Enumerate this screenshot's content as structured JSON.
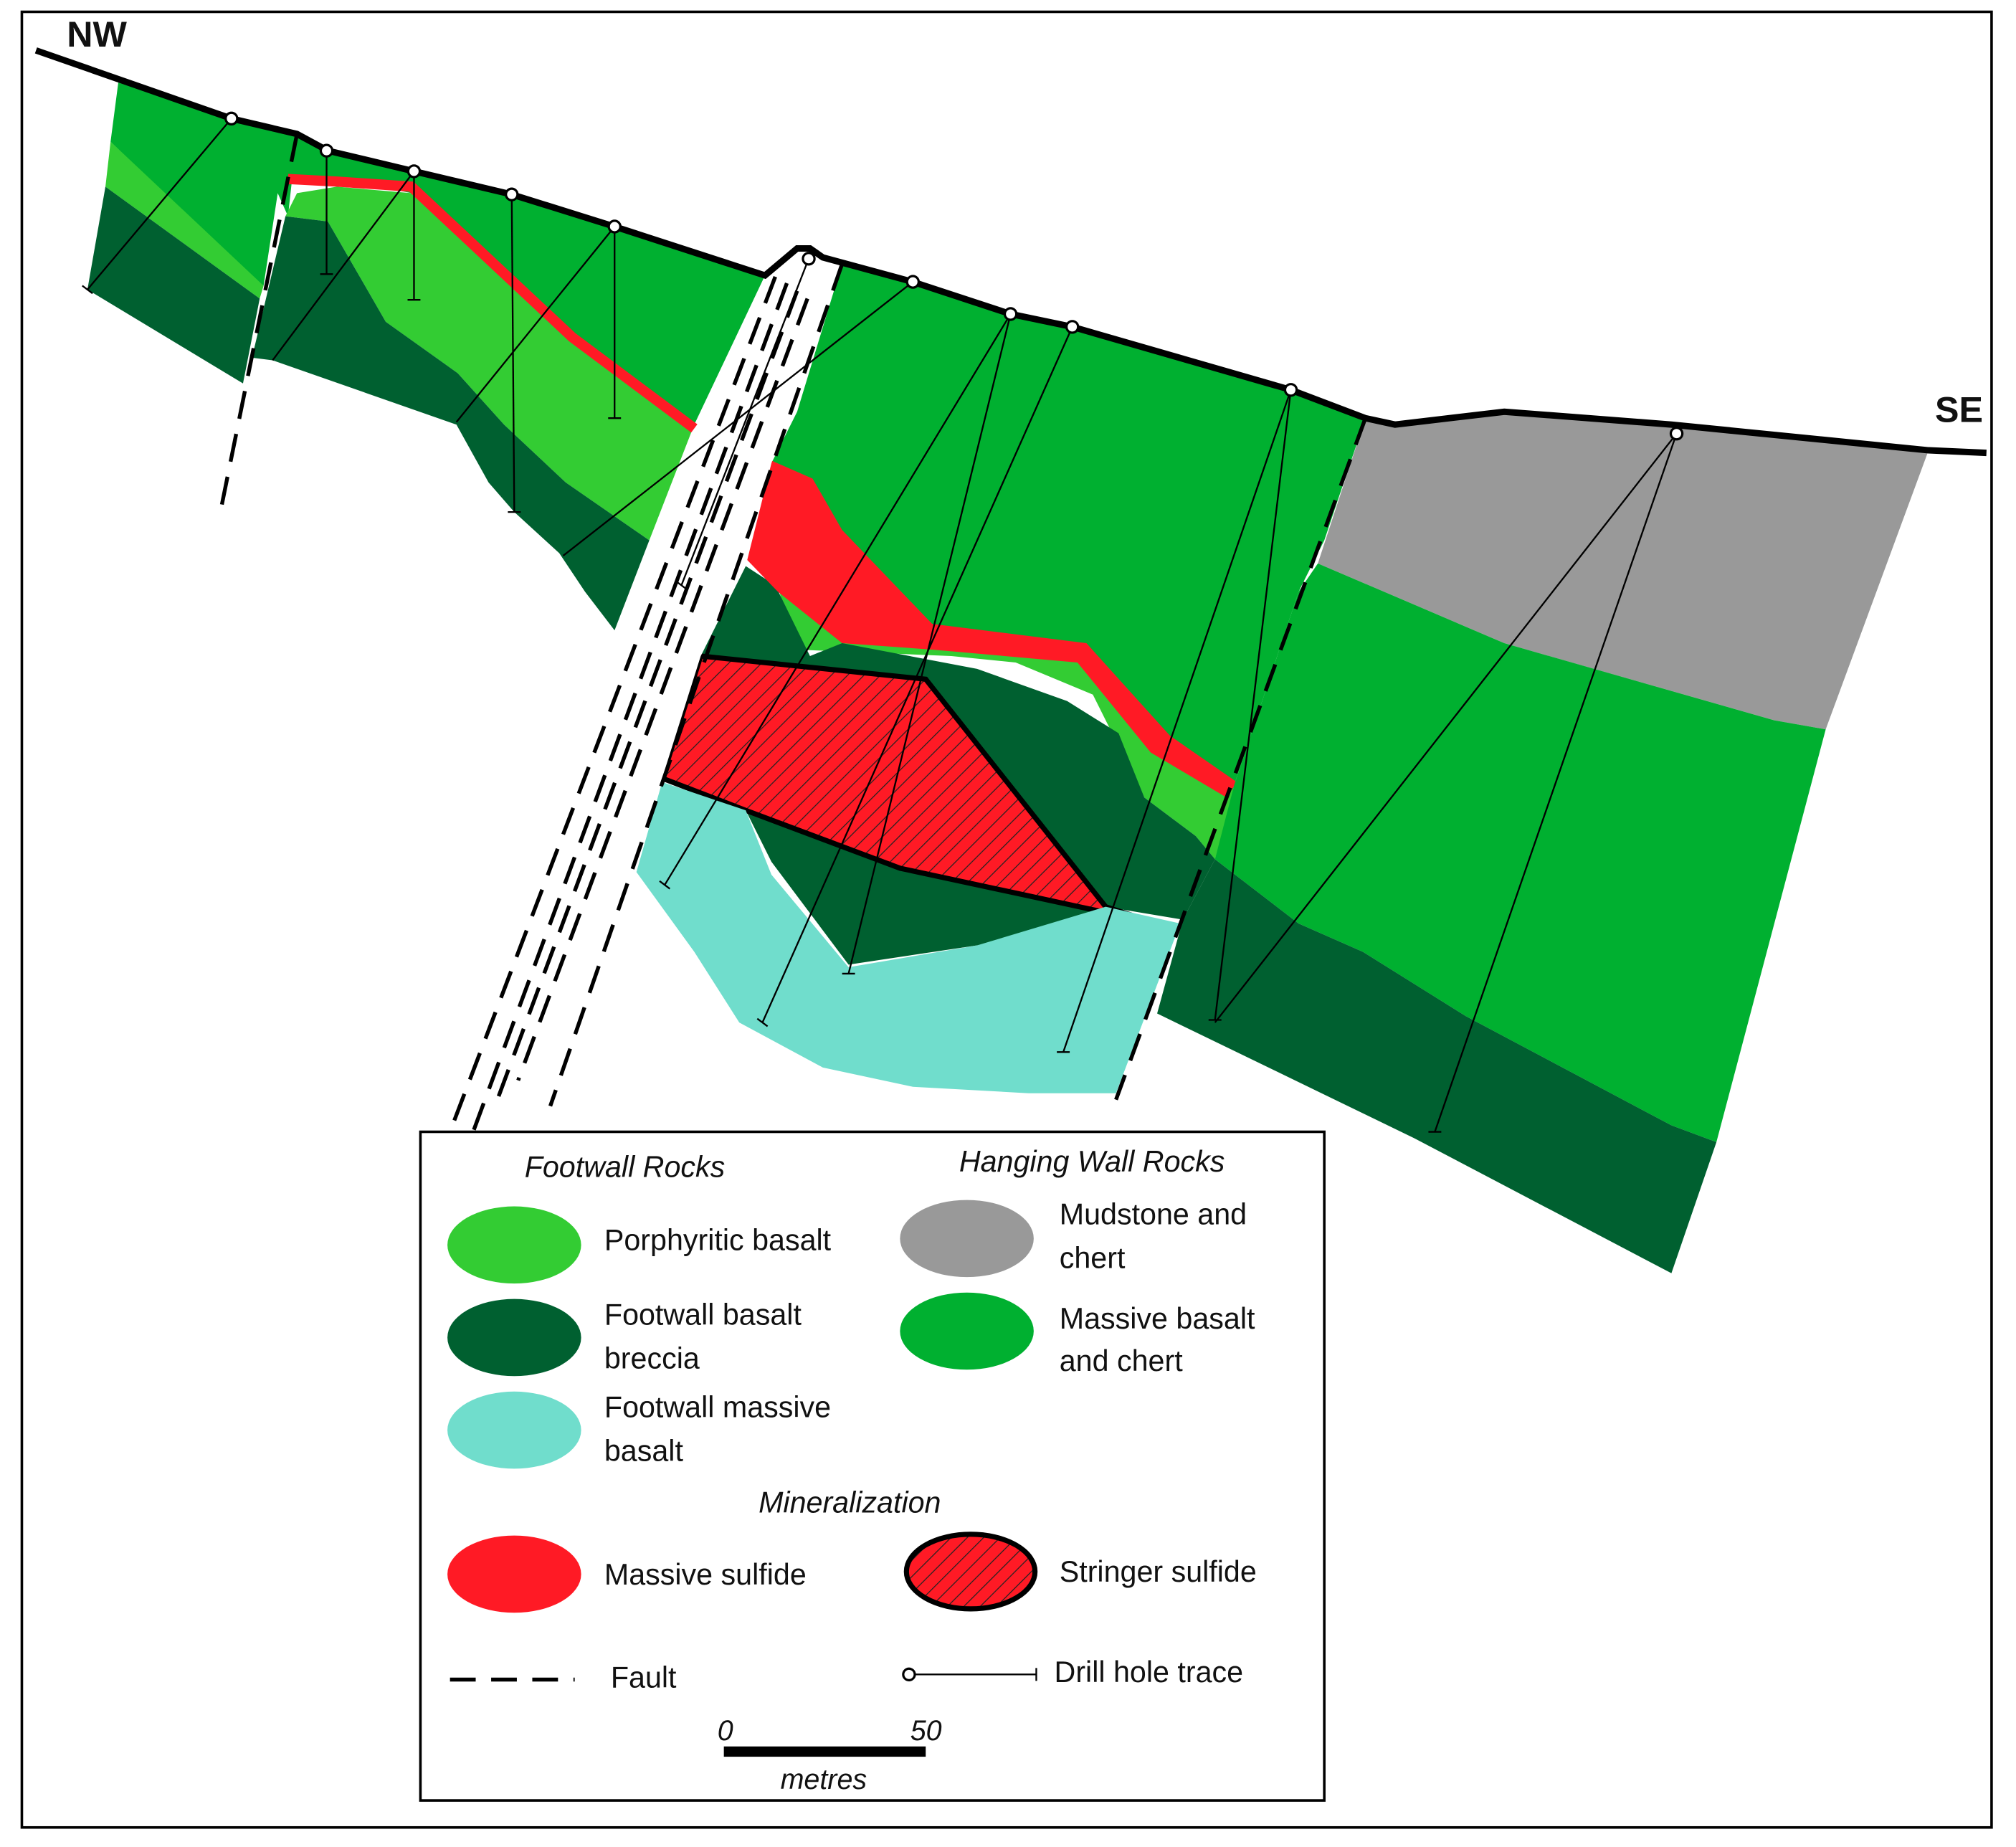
{
  "orientation": {
    "left": "NW",
    "right": "SE"
  },
  "legend": {
    "footwall_heading": "Footwall Rocks",
    "hanging_heading": "Hanging Wall Rocks",
    "mineralization_heading": "Mineralization",
    "items": {
      "porphyritic_basalt": {
        "line1": "Porphyritic basalt",
        "color": "#33cc33"
      },
      "footwall_breccia": {
        "line1": "Footwall basalt",
        "line2": "breccia",
        "color": "#006030"
      },
      "footwall_massive": {
        "line1": "Footwall massive",
        "line2": "basalt",
        "color": "#70ddcc"
      },
      "mudstone": {
        "line1": "Mudstone and",
        "line2": "chert",
        "color": "#999999"
      },
      "massive_basalt": {
        "line1": "Massive basalt",
        "line2": "and chert",
        "color": "#00b030"
      },
      "massive_sulfide": {
        "line1": "Massive sulfide",
        "color": "#ff1a25"
      },
      "stringer_sulfide": {
        "line1": "Stringer sulfide",
        "color": "#ff1a25"
      },
      "fault": {
        "line1": "Fault"
      },
      "drill_hole": {
        "line1": "Drill hole trace"
      }
    }
  },
  "scale": {
    "start": "0",
    "end": "50",
    "unit": "metres"
  }
}
